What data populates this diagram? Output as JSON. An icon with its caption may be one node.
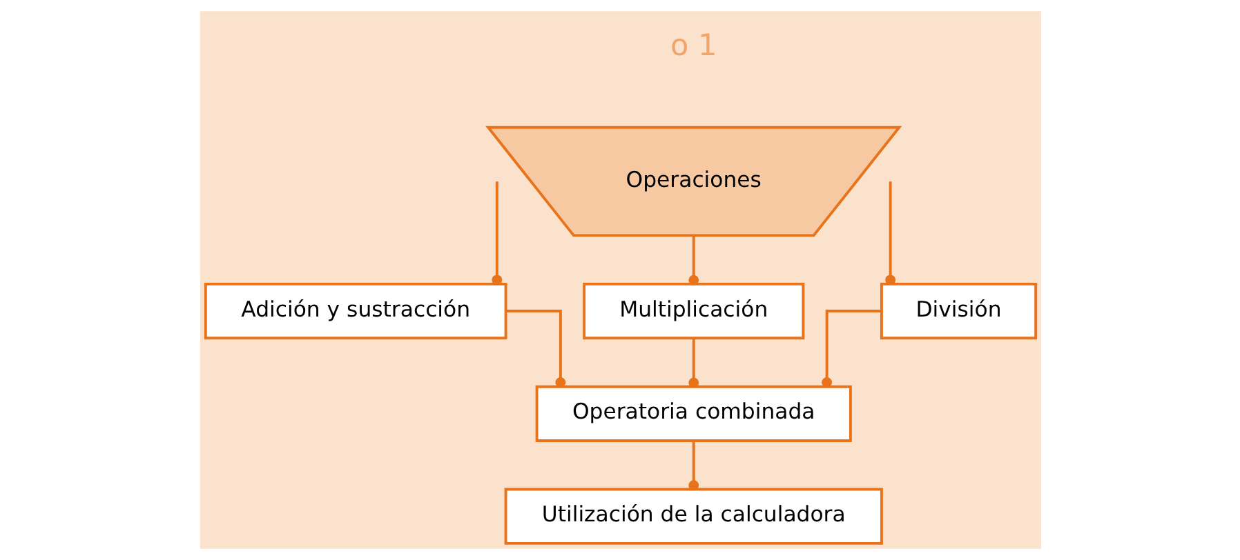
{
  "diagram": {
    "nodes": [
      {
        "text": [
          "Operaciones"
        ]
      },
      {
        "text": [
          "Adición y sustracción"
        ]
      },
      {
        "text": [
          "Multiplicación"
        ]
      },
      {
        "text": [
          "División"
        ]
      },
      {
        "text": [
          "Operatoria combinada"
        ]
      },
      {
        "text": [
          "Utilización de la calculadora"
        ]
      }
    ],
    "edges": [
      {
        "from": 0,
        "to": 1,
        "arrow": "other"
      },
      {
        "from": 0,
        "to": 2,
        "arrow": "other"
      },
      {
        "from": 0,
        "to": 3,
        "arrow": "other"
      },
      {
        "from": 1,
        "to": 4,
        "arrow": "other"
      },
      {
        "from": 2,
        "to": 4,
        "arrow": "other"
      },
      {
        "from": 3,
        "to": 4,
        "arrow": "other"
      },
      {
        "from": 4,
        "to": 5,
        "arrow": "other"
      }
    ],
    "labels": [
      "o 1"
    ]
  }
}
